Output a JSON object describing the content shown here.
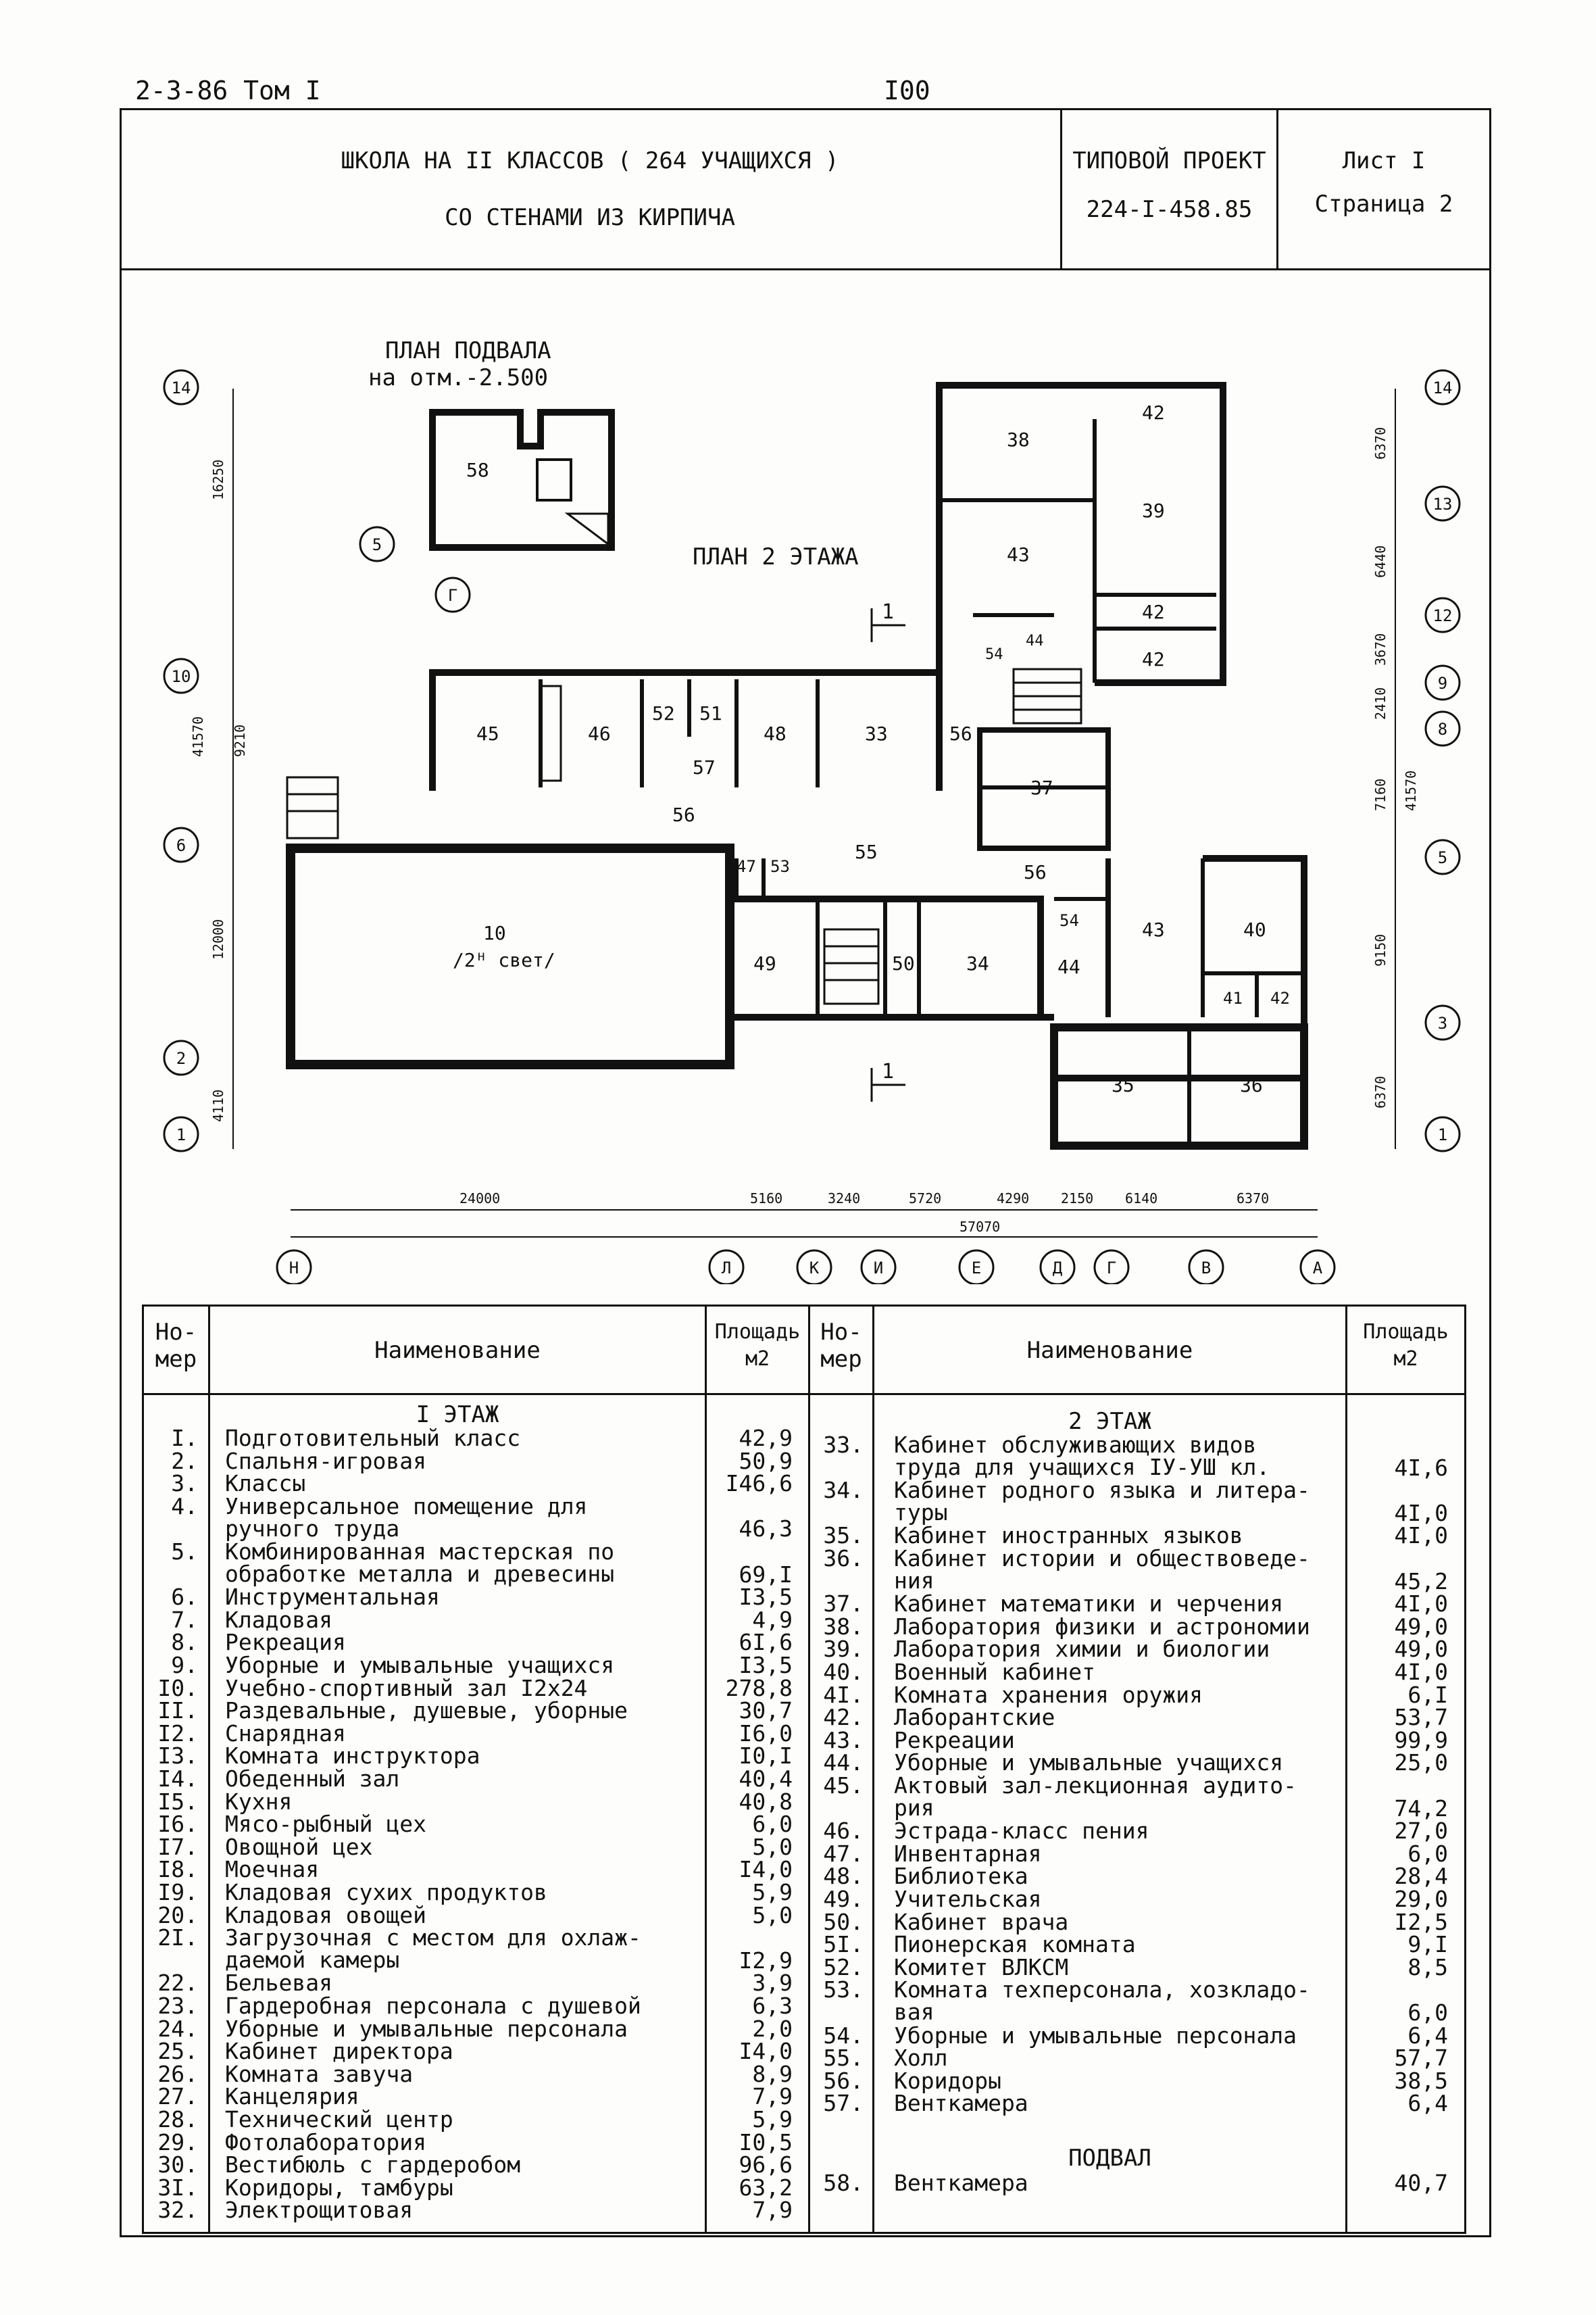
{
  "header": {
    "doc_code": "2-3-86 Том I",
    "page_number": "I00",
    "title_line1": "ШКОЛА НА II КЛАССОВ ( 264 УЧАЩИХСЯ )",
    "title_line2": "СО СТЕНАМИ ИЗ КИРПИЧА",
    "project_label": "ТИПОВОЙ ПРОЕКТ",
    "project_number": "224-I-458.85",
    "sheet": "Лист I",
    "page": "Страница 2"
  },
  "plan": {
    "basement_title": "ПЛАН ПОДВАЛА",
    "basement_level": "на отм.-2.500",
    "floor2_title": "ПЛАН 2 ЭТАЖА",
    "section_mark": "1",
    "hall_label_num": "10",
    "hall_label_sub": "/2ᴴ свет/",
    "rooms": [
      "58",
      "45",
      "46",
      "52",
      "51",
      "57",
      "48",
      "33",
      "56",
      "38",
      "42",
      "39",
      "43",
      "42",
      "42",
      "54",
      "44",
      "37",
      "56",
      "47",
      "53",
      "55",
      "56",
      "54",
      "43",
      "40",
      "41",
      "42",
      "49",
      "50",
      "34",
      "44",
      "35",
      "36"
    ],
    "left_axes": [
      "14",
      "10",
      "6",
      "2",
      "1"
    ],
    "right_axes": [
      "14",
      "13",
      "12",
      "9",
      "8",
      "5",
      "3",
      "1"
    ],
    "basement_axes": [
      "5",
      "Г"
    ],
    "bottom_axes": [
      "Н",
      "Л",
      "К",
      "И",
      "Е",
      "Д",
      "Г",
      "В",
      "А"
    ],
    "left_dims": [
      "16250",
      "41570",
      "9210",
      "12000",
      "4110"
    ],
    "right_dims": [
      "6370",
      "6440",
      "3670",
      "2410",
      "7160",
      "41570",
      "9150",
      "6370"
    ],
    "bottom_dims": [
      "24000",
      "5160",
      "3240",
      "5720",
      "4290",
      "2150",
      "6140",
      "6370"
    ],
    "bottom_total": "57070"
  },
  "table": {
    "col_num": "Но-\nмер",
    "col_name": "Наименование",
    "col_area": "Площадь\nм2",
    "left_section": "I ЭТАЖ",
    "right_section": "2 ЭТАЖ",
    "basement_section": "ПОДВАЛ",
    "left_rows": [
      {
        "n": "I.",
        "name": "Подготовительный класс",
        "area": "42,9"
      },
      {
        "n": "2.",
        "name": "Спальня-игровая",
        "area": "50,9"
      },
      {
        "n": "3.",
        "name": "Классы",
        "area": "I46,6"
      },
      {
        "n": "4.",
        "name": "Универсальное помещение для\nручного труда",
        "area": "46,3"
      },
      {
        "n": "5.",
        "name": "Комбинированная мастерская по\nобработке металла и древесины",
        "area": "69,I"
      },
      {
        "n": "6.",
        "name": "Инструментальная",
        "area": "I3,5"
      },
      {
        "n": "7.",
        "name": "Кладовая",
        "area": "4,9"
      },
      {
        "n": "8.",
        "name": "Рекреация",
        "area": "6I,6"
      },
      {
        "n": "9.",
        "name": "Уборные и умывальные учащихся",
        "area": "I3,5"
      },
      {
        "n": "I0.",
        "name": "Учебно-спортивный зал I2х24",
        "area": "278,8"
      },
      {
        "n": "II.",
        "name": "Раздевальные, душевые, уборные",
        "area": "30,7"
      },
      {
        "n": "I2.",
        "name": "Снарядная",
        "area": "I6,0"
      },
      {
        "n": "I3.",
        "name": "Комната инструктора",
        "area": "I0,I"
      },
      {
        "n": "I4.",
        "name": "Обеденный зал",
        "area": "40,4"
      },
      {
        "n": "I5.",
        "name": "Кухня",
        "area": "40,8"
      },
      {
        "n": "I6.",
        "name": "Мясо-рыбный цех",
        "area": "6,0"
      },
      {
        "n": "I7.",
        "name": "Овощной цех",
        "area": "5,0"
      },
      {
        "n": "I8.",
        "name": "Моечная",
        "area": "I4,0"
      },
      {
        "n": "I9.",
        "name": "Кладовая сухих продуктов",
        "area": "5,9"
      },
      {
        "n": "20.",
        "name": "Кладовая овощей",
        "area": "5,0"
      },
      {
        "n": "2I.",
        "name": "Загрузочная с местом для охлаж-\nдаемой камеры",
        "area": "I2,9"
      },
      {
        "n": "22.",
        "name": "Бельевая",
        "area": "3,9"
      },
      {
        "n": "23.",
        "name": "Гардеробная персонала с душевой",
        "area": "6,3"
      },
      {
        "n": "24.",
        "name": "Уборные и умывальные персонала",
        "area": "2,0"
      },
      {
        "n": "25.",
        "name": "Кабинет директора",
        "area": "I4,0"
      },
      {
        "n": "26.",
        "name": "Комната завуча",
        "area": "8,9"
      },
      {
        "n": "27.",
        "name": "Канцелярия",
        "area": "7,9"
      },
      {
        "n": "28.",
        "name": "Технический центр",
        "area": "5,9"
      },
      {
        "n": "29.",
        "name": "Фотолаборатория",
        "area": "I0,5"
      },
      {
        "n": "30.",
        "name": "Вестибюль с гардеробом",
        "area": "96,6"
      },
      {
        "n": "3I.",
        "name": "Коридоры, тамбуры",
        "area": "63,2"
      },
      {
        "n": "32.",
        "name": "Электрощитовая",
        "area": "7,9"
      }
    ],
    "right_rows": [
      {
        "n": "33.",
        "name": "Кабинет обслуживающих видов\nтруда для учащихся IУ-УШ кл.",
        "area": "4I,6"
      },
      {
        "n": "34.",
        "name": "Кабинет родного языка и литера-\nтуры",
        "area": "4I,0"
      },
      {
        "n": "35.",
        "name": "Кабинет иностранных языков",
        "area": "4I,0"
      },
      {
        "n": "36.",
        "name": "Кабинет истории и обществоведе-\nния",
        "area": "45,2"
      },
      {
        "n": "37.",
        "name": "Кабинет математики и черчения",
        "area": "4I,0"
      },
      {
        "n": "38.",
        "name": "Лаборатория физики и астрономии",
        "area": "49,0"
      },
      {
        "n": "39.",
        "name": "Лаборатория химии и биологии",
        "area": "49,0"
      },
      {
        "n": "40.",
        "name": "Военный кабинет",
        "area": "4I,0"
      },
      {
        "n": "4I.",
        "name": "Комната хранения оружия",
        "area": "6,I"
      },
      {
        "n": "42.",
        "name": "Лаборантские",
        "area": "53,7"
      },
      {
        "n": "43.",
        "name": "Рекреации",
        "area": "99,9"
      },
      {
        "n": "44.",
        "name": "Уборные и умывальные учащихся",
        "area": "25,0"
      },
      {
        "n": "45.",
        "name": "Актовый зал-лекционная аудито-\nрия",
        "area": "74,2"
      },
      {
        "n": "46.",
        "name": "Эстрада-класс пения",
        "area": "27,0"
      },
      {
        "n": "47.",
        "name": "Инвентарная",
        "area": "6,0"
      },
      {
        "n": "48.",
        "name": "Библиотека",
        "area": "28,4"
      },
      {
        "n": "49.",
        "name": "Учительская",
        "area": "29,0"
      },
      {
        "n": "50.",
        "name": "Кабинет врача",
        "area": "I2,5"
      },
      {
        "n": "5I.",
        "name": "Пионерская комната",
        "area": "9,I"
      },
      {
        "n": "52.",
        "name": "Комитет ВЛКСМ",
        "area": "8,5"
      },
      {
        "n": "53.",
        "name": "Комната техперсонала, хозкладо-\nвая",
        "area": "6,0"
      },
      {
        "n": "54.",
        "name": "Уборные и умывальные персонала",
        "area": "6,4"
      },
      {
        "n": "55.",
        "name": "Холл",
        "area": "57,7"
      },
      {
        "n": "56.",
        "name": "Коридоры",
        "area": "38,5"
      },
      {
        "n": "57.",
        "name": "Венткамера",
        "area": "6,4"
      }
    ],
    "basement_row": {
      "n": "58.",
      "name": "Венткамера",
      "area": "40,7"
    }
  }
}
